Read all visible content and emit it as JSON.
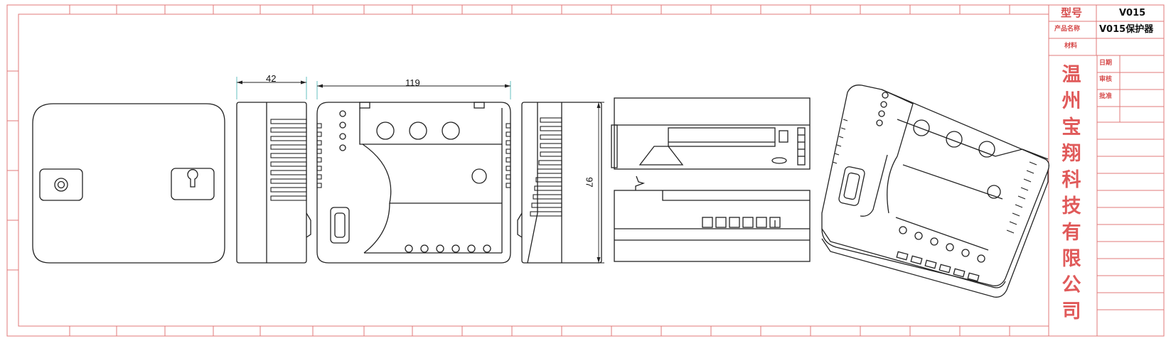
{
  "title_block": {
    "model_label": "型号",
    "model_value": "V015",
    "product_label": "产品名称",
    "product_value": "V015保护器",
    "material_label": "材料",
    "date_label": "日期",
    "review_label": "审核",
    "approve_label": "批准",
    "company_chars": [
      "温",
      "州",
      "宝",
      "翔",
      "科",
      "技",
      "有",
      "限",
      "公",
      "司"
    ]
  },
  "dimensions": {
    "side_width": "42",
    "front_width": "119",
    "height": "97"
  },
  "colors": {
    "frame": "#e07a7a",
    "title_text": "#d64a4a",
    "line": "#222222"
  }
}
